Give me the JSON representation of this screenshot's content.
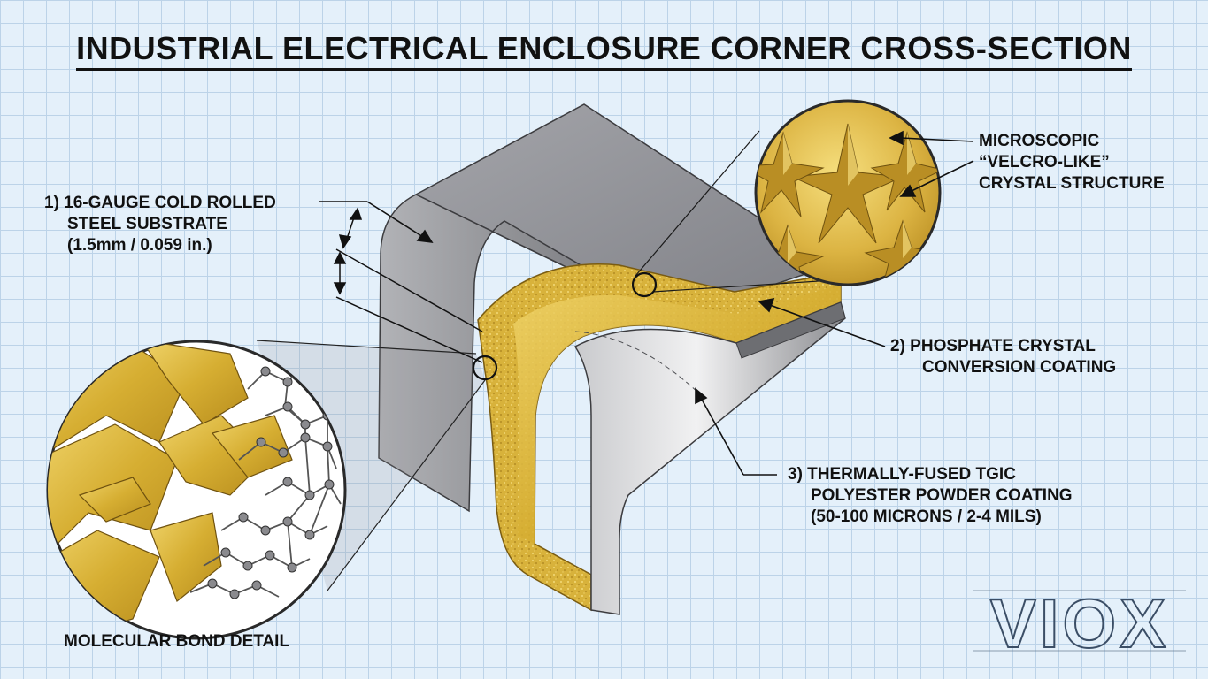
{
  "title": "INDUSTRIAL ELECTRICAL ENCLOSURE CORNER CROSS-SECTION",
  "labels": {
    "substrate": [
      "1) 16-GAUGE COLD ROLLED",
      "STEEL SUBSTRATE",
      "(1.5mm / 0.059 in.)"
    ],
    "phosphate": [
      "2) PHOSPHATE CRYSTAL",
      "CONVERSION COATING"
    ],
    "powder": [
      "3) THERMALLY-FUSED TGIC",
      "POLYESTER POWDER COATING",
      "(50-100 MICRONS / 2-4 MILS)"
    ],
    "crystal": [
      "MICROSCOPIC",
      "“VELCRO-LIKE”",
      "CRYSTAL STRUCTURE"
    ],
    "molecular": "MOLECULAR BOND DETAIL"
  },
  "brand": "VIOX",
  "colors": {
    "background": "#e4f0fa",
    "grid": "#bcd3e8",
    "steel": "#8e8f93",
    "phosphate": "#d9b63a",
    "ink": "#111111"
  }
}
